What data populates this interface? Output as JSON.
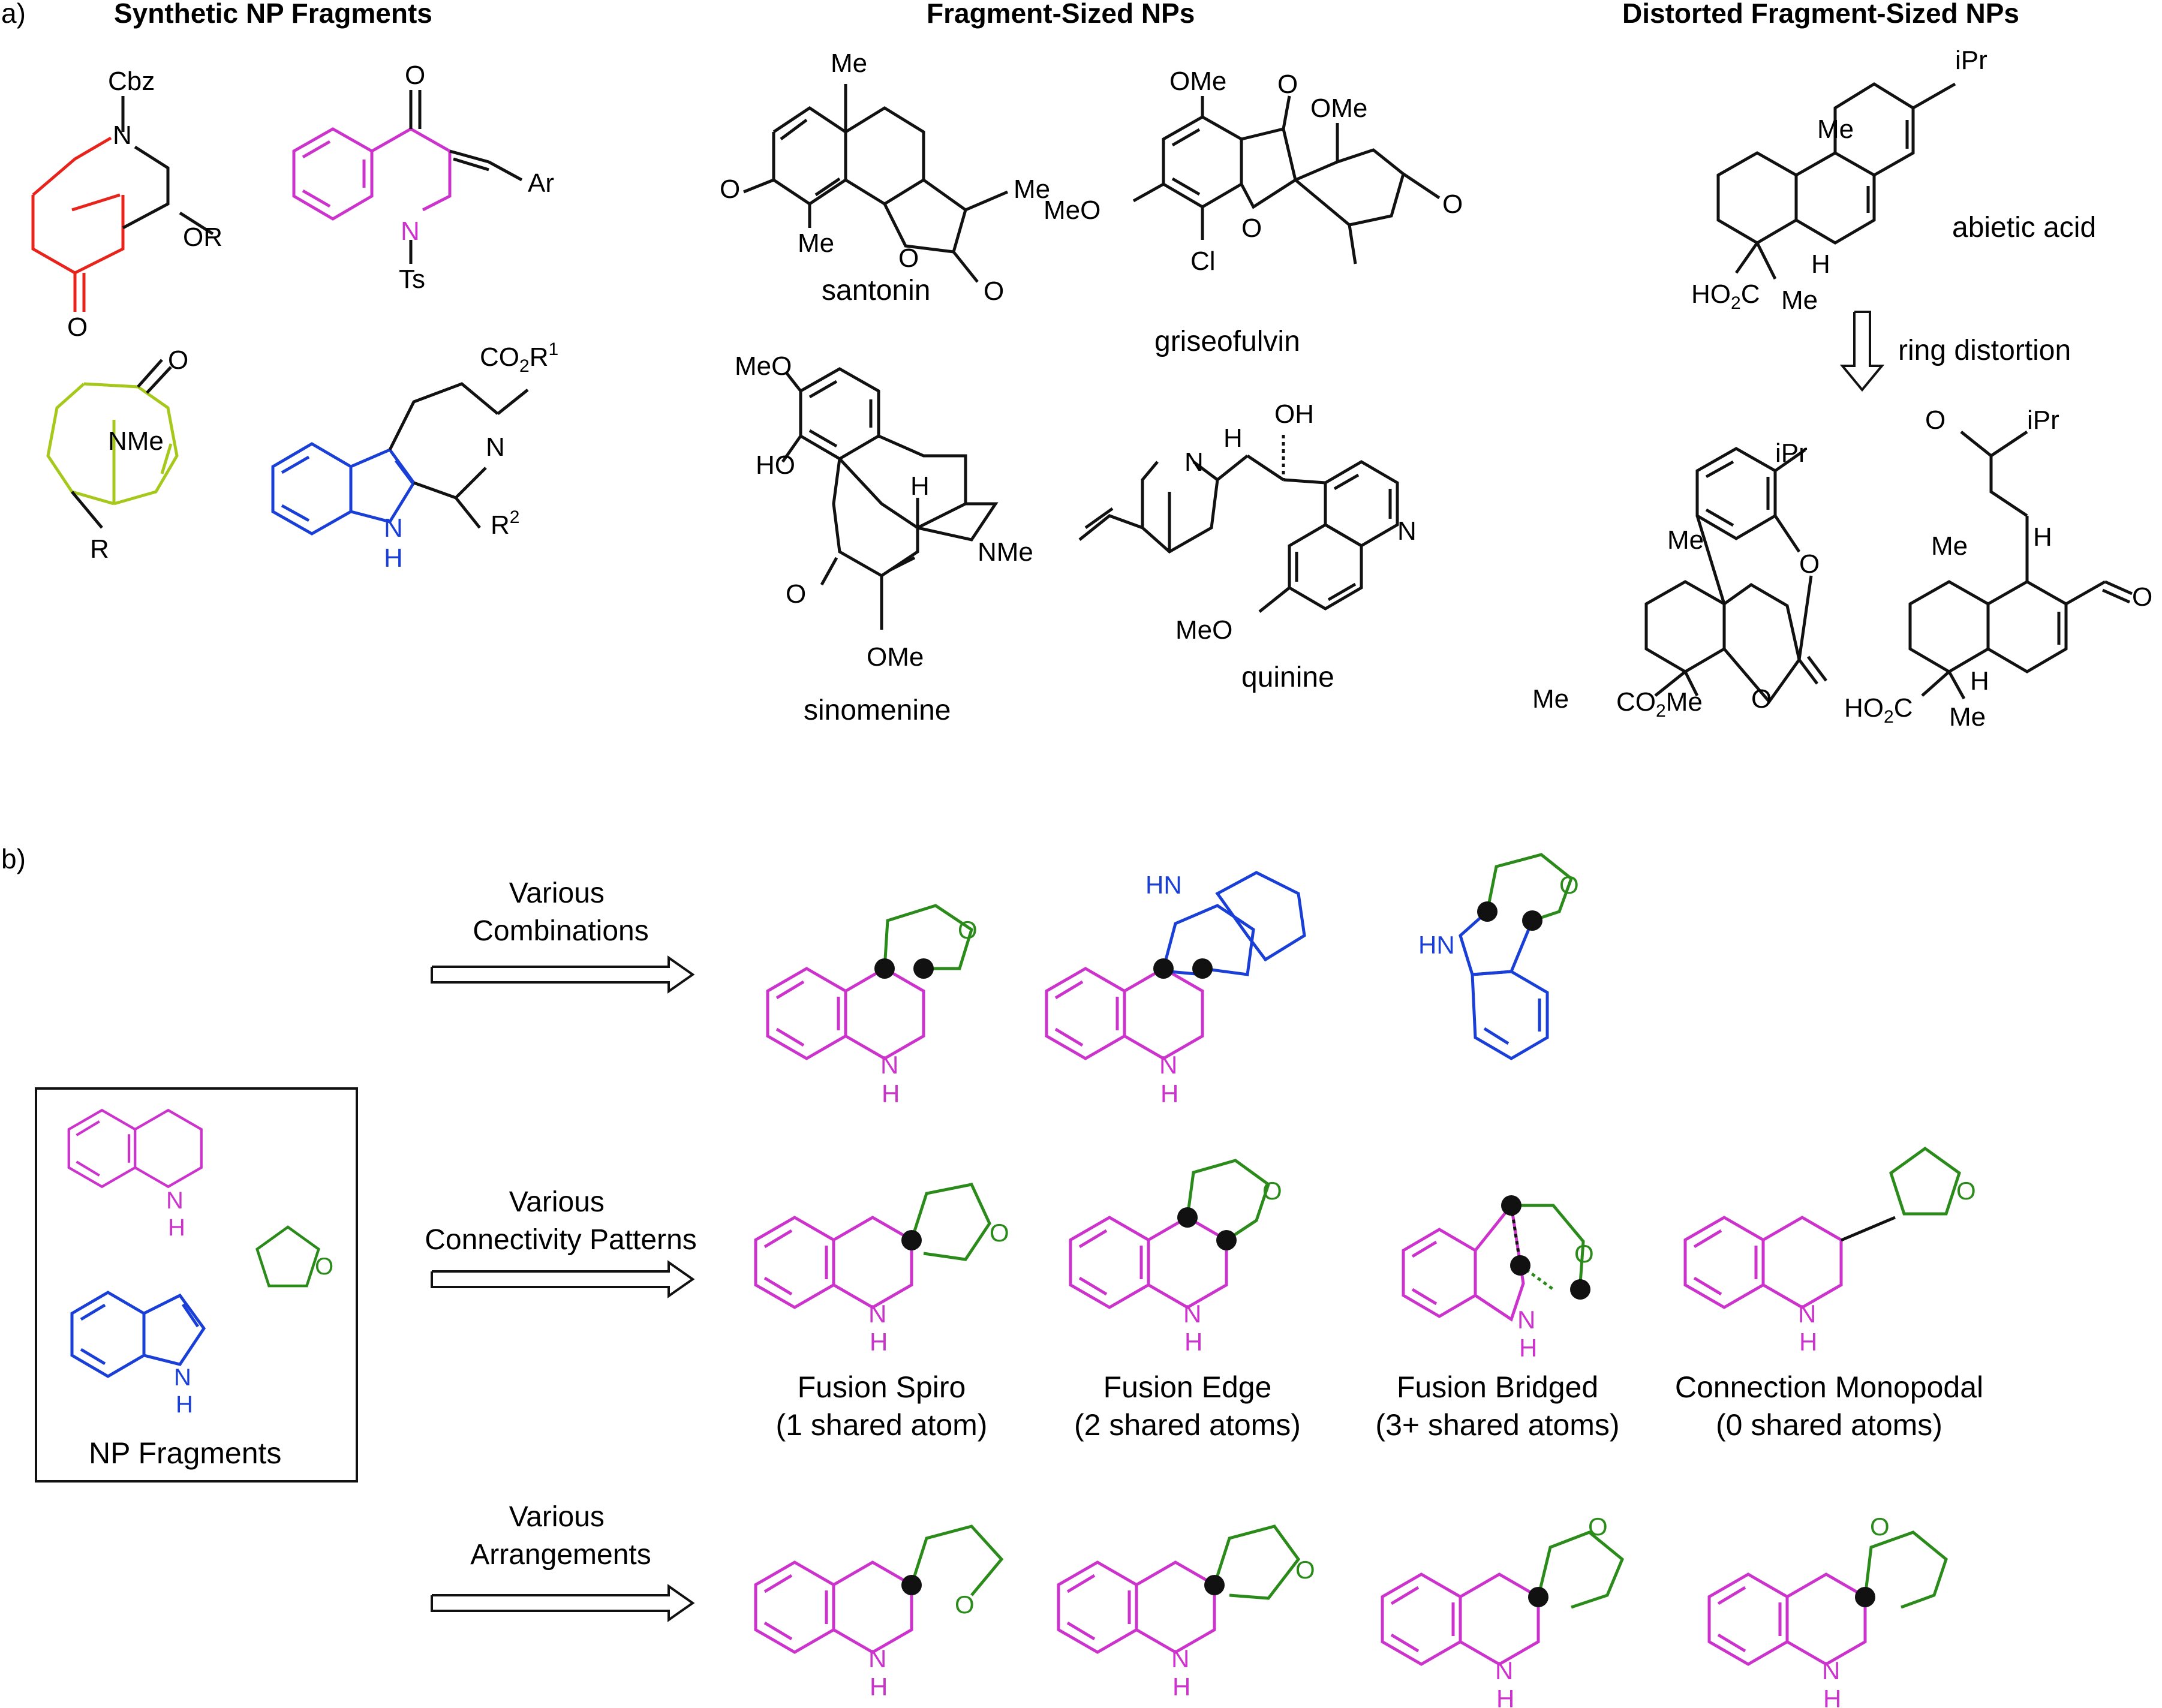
{
  "panel_a": {
    "label": "a)",
    "headers": [
      "Synthetic NP Fragments",
      "Fragment-Sized NPs",
      "Distorted Fragment-Sized NPs"
    ],
    "compound_names": {
      "santonin": "santonin",
      "griseofulvin": "griseofulvin",
      "sinomenine": "sinomenine",
      "quinine": "quinine",
      "abietic_acid": "abietic acid"
    },
    "ring_distortion": "ring distortion",
    "atoms": {
      "cbz": "Cbz",
      "n": "N",
      "or": "OR",
      "o": "O",
      "ar": "Ar",
      "ts": "Ts",
      "nme": "NMe",
      "r": "R",
      "co2r1": "CO2R1",
      "r2": "R2",
      "h": "H",
      "me": "Me",
      "ome": "OMe",
      "meo": "MeO",
      "cl": "Cl",
      "oh": "OH",
      "ho": "HO",
      "ipr": "iPr",
      "ho2c": "HO2C",
      "co2me": "CO2Me"
    }
  },
  "panel_b": {
    "label": "b)",
    "box_title": "NP Fragments",
    "rows": [
      {
        "label": "Various\nCombinations"
      },
      {
        "label": "Various\nConnectivity Patterns"
      },
      {
        "label": "Various\nArrangements"
      }
    ],
    "patterns": [
      {
        "name": "Fusion Spiro",
        "detail": "(1 shared atom)"
      },
      {
        "name": "Fusion Edge",
        "detail": "(2 shared atoms)"
      },
      {
        "name": "Fusion Bridged",
        "detail": "(3+ shared atoms)"
      },
      {
        "name": "Connection Monopodal",
        "detail": "(0 shared atoms)"
      }
    ]
  },
  "colors": {
    "quinoline": "#cc33cc",
    "thf": "#2a8a1a",
    "indole": "#1a3fd6",
    "red": "#e8231b",
    "yellow_green": "#a6c81a",
    "ink": "#111111"
  }
}
